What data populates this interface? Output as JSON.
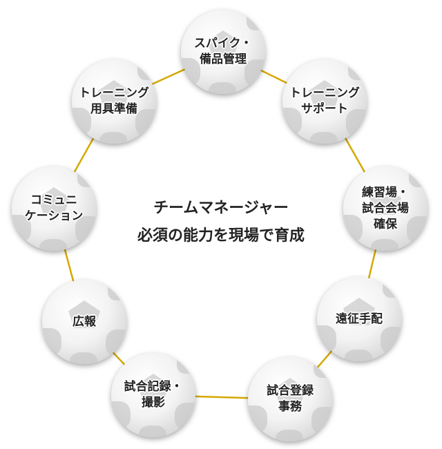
{
  "title": {
    "line1": "チームマネージャー",
    "line2": "必須の能力を現場で育成"
  },
  "line_color": "#d4a800",
  "nodes": [
    {
      "line1": "スパイク・",
      "line2": "備品管理",
      "line3": ""
    },
    {
      "line1": "トレーニング",
      "line2": "サポート",
      "line3": ""
    },
    {
      "line1": "練習場・",
      "line2": "試合会場",
      "line3": "確保"
    },
    {
      "line1": "遠征手配",
      "line2": "",
      "line3": ""
    },
    {
      "line1": "試合登録",
      "line2": "事務",
      "line3": ""
    },
    {
      "line1": "試合記録・",
      "line2": "撮影",
      "line3": ""
    },
    {
      "line1": "広報",
      "line2": "",
      "line3": ""
    },
    {
      "line1": "コミュニ",
      "line2": "ケーション",
      "line3": ""
    },
    {
      "line1": "トレーニング",
      "line2": "用具準備",
      "line3": ""
    }
  ]
}
